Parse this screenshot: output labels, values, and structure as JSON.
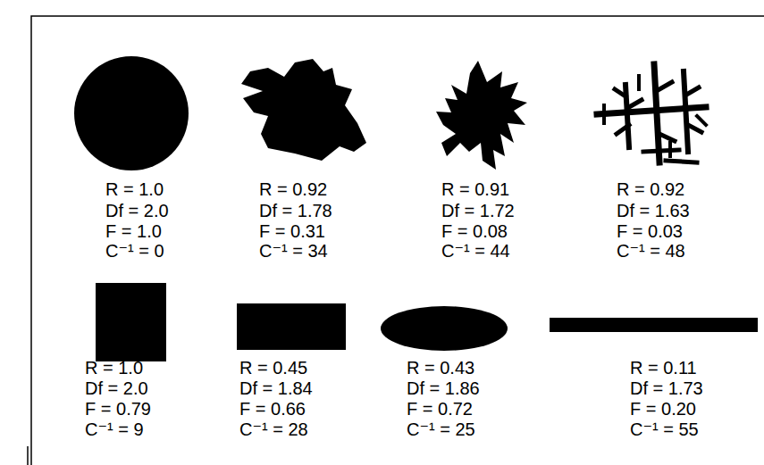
{
  "diagram": {
    "labels": [
      "R = 1.0",
      "Df = 2.0",
      "F = 1.0",
      "C⁻¹ = 0",
      "R = 0.92",
      "Df = 1.78",
      "F = 0.31",
      "C⁻¹ = 34",
      "R = 0.91",
      "Df = 1.72",
      "F = 0.08",
      "C⁻¹ = 44",
      "R = 0.92",
      "Df = 1.63",
      "F = 0.03",
      "C⁻¹ = 48",
      "R = 1.0",
      "Df = 2.0",
      "F = 0.79",
      "C⁻¹ = 9",
      "R = 0.45",
      "Df = 1.84",
      "F = 0.66",
      "C⁻¹ = 28",
      "R = 0.43",
      "Df = 1.86",
      "F = 0.72",
      "C⁻¹ = 25",
      "R = 0.11",
      "Df = 1.73",
      "F = 0.20",
      "C⁻¹ = 55"
    ]
  }
}
